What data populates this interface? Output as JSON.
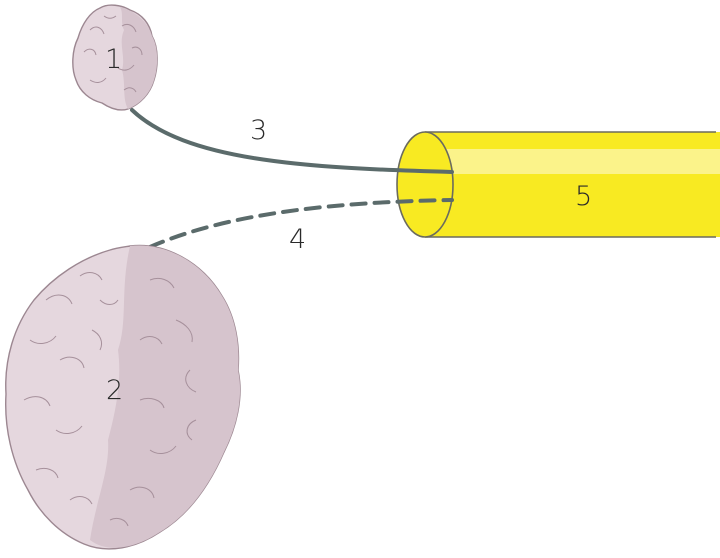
{
  "labels": {
    "small_lobe": "1",
    "large_lobe": "2",
    "solid_line": "3",
    "dashed_line": "4",
    "cylinder": "5"
  },
  "colors": {
    "lobe_fill": "#e5d7de",
    "lobe_shade": "#d6c4cd",
    "lobe_stroke": "#9c8791",
    "connector": "#5b6b6b",
    "cylinder_fill": "#f8ea22",
    "cylinder_highlight": "#fbf38a",
    "cylinder_stroke": "#6b6b5e"
  },
  "icons": {
    "small_lobe": "brain-tissue-icon",
    "large_lobe": "brain-tissue-icon"
  }
}
